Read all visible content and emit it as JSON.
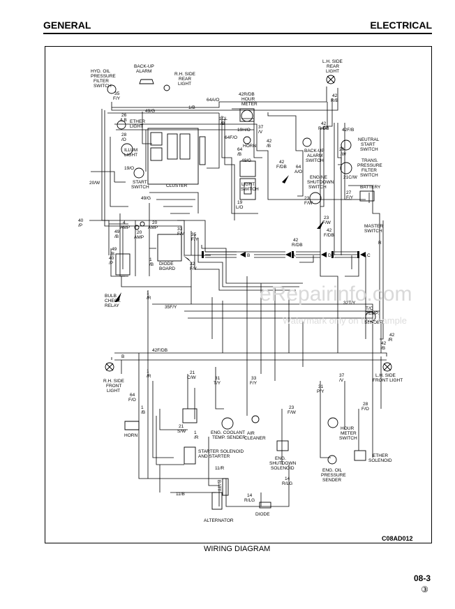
{
  "header": {
    "left": "GENERAL",
    "right": "ELECTRICAL"
  },
  "footer": {
    "figure_code": "C08AD012",
    "caption": "WIRING DIAGRAM",
    "page": "08-3",
    "revision": "③"
  },
  "watermark": {
    "main": "eRepairinfo.com",
    "sub": "Watermark only on this sample"
  },
  "components": {
    "hyd_oil": [
      "HYD. OIL",
      "PRESSURE",
      "FILTER",
      "SWITCH"
    ],
    "backup_alarm": [
      "BACK-UP",
      "ALARM"
    ],
    "rh_rear": [
      "R.H. SIDE",
      "REAR",
      "LIGHT"
    ],
    "lh_rear": [
      "L.H. SIDE",
      "REAR",
      "LIGHT"
    ],
    "ether_light": [
      "ETHER",
      "LIGHT"
    ],
    "illum_light": [
      "ILLUM",
      "LIGHT"
    ],
    "start_switch": [
      "START",
      "SWITCH"
    ],
    "cluster": "CLUSTER",
    "hour_meter": [
      "HOUR",
      "METER"
    ],
    "horn_top": "HORN",
    "light_switch": [
      "LIGHT",
      "SWITCH"
    ],
    "backup_alarm_sw": [
      "BACK-UP",
      "ALARM",
      "SWITCH"
    ],
    "engine_shutdown_sw": [
      "ENGINE",
      "SHUTDOWN",
      "SWITCH"
    ],
    "neutral_start": [
      "NEUTRAL",
      "START",
      "SWITCH"
    ],
    "trans_pressure": [
      "TRANS.",
      "PRESSURE",
      "FILTER",
      "SWITCH"
    ],
    "battery": "BATTERY",
    "master_switch": [
      "MASTER",
      "SWITCH"
    ],
    "diode_board": [
      "DIODE",
      "BOARD"
    ],
    "bulb_check": [
      "BULB",
      "CHECK",
      "RELAY"
    ],
    "amp4": "AMP",
    "amp20": "AMP",
    "amp20b": "AMP",
    "tc_temp": [
      "T/C",
      "TEMP.",
      "SENDER"
    ],
    "rh_front": [
      "R.H. SIDE",
      "FRONT",
      "LIGHT"
    ],
    "lh_front": [
      "L.H. SIDE",
      "FRONT LIGHT"
    ],
    "horn_bottom": "HORN",
    "starter": [
      "STARTER SOLENOID",
      "AND STARTER"
    ],
    "eng_coolant": [
      "ENG. COOLANT",
      "TEMP. SENDER"
    ],
    "air_cleaner": [
      "AIR",
      "CLEANER"
    ],
    "eng_shutdown_sol": [
      "ENG.",
      "SHUTDOWN",
      "SOLENOID"
    ],
    "eng_oil": [
      "ENG. OIL",
      "PRESSURE",
      "SENDER"
    ],
    "hour_meter_sw": [
      "HOUR",
      "METER",
      "SWITCH"
    ],
    "ether_sol": [
      "ETHER",
      "SOLENOID"
    ],
    "alternator": "ALTERNATOR",
    "diode": "DIODE",
    "batt": "BATT"
  },
  "connectors": [
    "B",
    "A",
    "D",
    "C"
  ],
  "wires": {
    "w35fy": [
      "35",
      "F/Y"
    ],
    "w64ao": "64A/O",
    "w42rdb": "42R/DB",
    "w49g": "49/G",
    "w1b_top": "1/B",
    "w42rb": [
      "42",
      "R/B"
    ],
    "w42rdb2": [
      "42",
      "R/DB"
    ],
    "w26lb": [
      "26",
      "/LB"
    ],
    "w28o": [
      "28",
      "/O"
    ],
    "w1cl": [
      "1CL",
      "/B"
    ],
    "w37v": [
      "37",
      "/V"
    ],
    "w19ho": "19H/O",
    "w64fo": "64F/O",
    "w64b": [
      "64",
      "/B"
    ],
    "w42b": [
      "42",
      "/B"
    ],
    "w42fb": "42F/B",
    "w20w": [
      "20",
      "/W"
    ],
    "w19o": "19/O",
    "w49sg": "49/G",
    "w42fdb": [
      "42",
      "F/DB"
    ],
    "w64ao2": [
      "64",
      "A/O"
    ],
    "w20w_left": "20/W",
    "w49g2": "49/G",
    "w19lo": [
      "19",
      "L/O"
    ],
    "w23fw": [
      "23",
      "F/W"
    ],
    "w21cw": "21C/W",
    "w27fy": [
      "27",
      "F/Y"
    ],
    "w40p": [
      "40",
      "/P"
    ],
    "w4amp": "4",
    "w20amp": "20",
    "w49b": [
      "49",
      "/B"
    ],
    "w20amp2": "20",
    "w33fv": [
      "33",
      "F/V"
    ],
    "w35fy2": [
      "35",
      "F/Y"
    ],
    "w23fw2": [
      "23",
      "F/W"
    ],
    "w42rdb3": [
      "42",
      "R/DB"
    ],
    "w42fdb2": [
      "42",
      "F/DB"
    ],
    "w40pb": [
      "40",
      "/P"
    ],
    "w49b2": [
      "49",
      "/B"
    ],
    "w1b2": [
      "1",
      "/B"
    ],
    "w32fy": [
      "32",
      "F/Y"
    ],
    "w1r": [
      "1",
      "/R"
    ],
    "w35fy3": "35F/Y",
    "w32ty": "32T/Y",
    "w42fdb3": "42F/DB",
    "w42r": [
      "42",
      "/R"
    ],
    "w42b2": [
      "42",
      "/B"
    ],
    "wb_left": "B",
    "w64fo2": [
      "64",
      "F/O"
    ],
    "w1r2": [
      "1",
      "/R"
    ],
    "w21cw2": [
      "21",
      "C/W"
    ],
    "w31ty": [
      "31",
      "T/Y"
    ],
    "w33fy": [
      "33",
      "F/Y"
    ],
    "w31py": [
      "31",
      "P/Y"
    ],
    "w37v2": [
      "37",
      "/V"
    ],
    "w1b3": [
      "1",
      "/B"
    ],
    "w21sw": [
      "21",
      "S/W"
    ],
    "w1r3": [
      "1",
      "/R"
    ],
    "w23fw3": [
      "23",
      "F/W"
    ],
    "w28fo": [
      "28",
      "F/O"
    ],
    "w11r": "11/R",
    "w11b": "11/B",
    "w14rlg": [
      "14",
      "R/LG"
    ],
    "w14rlg2": [
      "14",
      "R/LG"
    ],
    "wr": "R"
  }
}
